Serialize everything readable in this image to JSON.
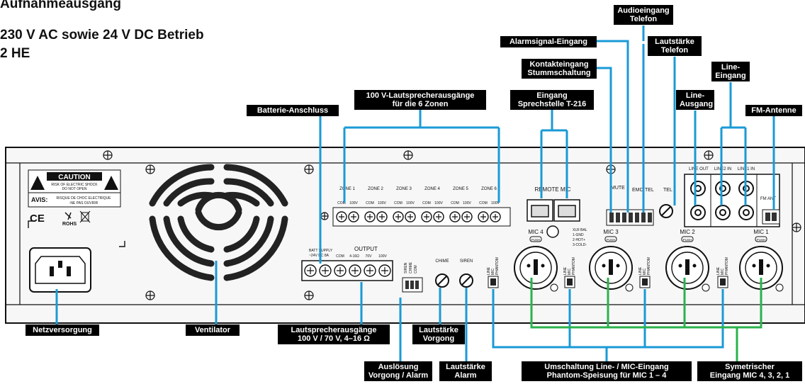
{
  "header": {
    "line1": "Aufnahmeausgang",
    "line2": "230 V AC sowie 24 V DC Betrieb",
    "line3": "2 HE"
  },
  "callouts": {
    "batterie": "Batterie-Anschluss",
    "lautsprecher_zonen": "100 V-Lautsprecherausgänge\nfür die 6 Zonen",
    "sprechstelle": "Eingang\nSprechstelle T-216",
    "alarmsignal": "Alarmsignal-Eingang",
    "kontakt": "Kontakteingang\nStummschaltung",
    "audio_telefon": "Audioeingang\nTelefon",
    "lautstaerke_telefon": "Lautstärke\nTelefon",
    "line_eingang": "Line-\nEingang",
    "line_ausgang": "Line-\nAusgang",
    "fm_antenne": "FM-Antenne",
    "netz": "Netzversorgung",
    "ventilator": "Ventilator",
    "lautsprecherausgaenge": "Lautsprecherausgänge\n100 V / 70 V, 4–16 Ω",
    "lautstaerke_vorgong": "Lautstärke\nVorgong",
    "ausloesung": "Auslösung\nVorgong / Alarm",
    "lautstaerke_alarm": "Lautstärke\nAlarm",
    "umschaltung": "Umschaltung Line- / MIC-Eingang\nPhantom-Speisung für MIC 1 – 4",
    "symetrischer": "Symetrischer\nEingang MIC 4, 3, 2, 1"
  },
  "panel": {
    "caution": "CAUTION",
    "caution_en": "RISK OF ELECTRIC SHOCK\nDO NOT OPEN",
    "avis": "AVIS:",
    "avis_fr": "RISQUE DE CHOC ELECTRIQUE\nNE PAS OUVRIR",
    "ce": "CE",
    "rohs": "ROHS",
    "zones": [
      "ZONE 1",
      "ZONE 2",
      "ZONE 3",
      "ZONE 4",
      "ZONE 5",
      "ZONE 6"
    ],
    "zone_com": "COM",
    "zone_100v": "100V",
    "remote_mic": "REMOTE MIC",
    "xlr_bal": "XLR BAL\n1-GND\n2-HOT+\n3-COLD-",
    "mute": "MUTE",
    "emc": "EMC",
    "tel": "TEL",
    "line_out": "LINE\nOUT",
    "line2_in": "LINE2\nIN",
    "line1_in": "LINE1\nIN",
    "fm_ant": "FM ANT",
    "batt_supply": "BATT SUPPLY\n~24V DC 8A",
    "output": "OUTPUT",
    "output_terms": [
      "COM",
      "4-16Ω",
      "70V",
      "100V"
    ],
    "siren_chime_com": [
      "SIREN",
      "CHIME",
      "COM"
    ],
    "chime": "CHIME",
    "siren": "SIREN",
    "mics": [
      "MIC 4",
      "MIC 3",
      "MIC 2",
      "MIC 1"
    ],
    "push": "PUSH",
    "switch_labels": [
      "LINE",
      "MIC",
      "PHANTOM"
    ]
  },
  "colors": {
    "blue_line": "#1a9ad6",
    "green_line": "#2bb24c",
    "panel": "#f7f7f7"
  }
}
